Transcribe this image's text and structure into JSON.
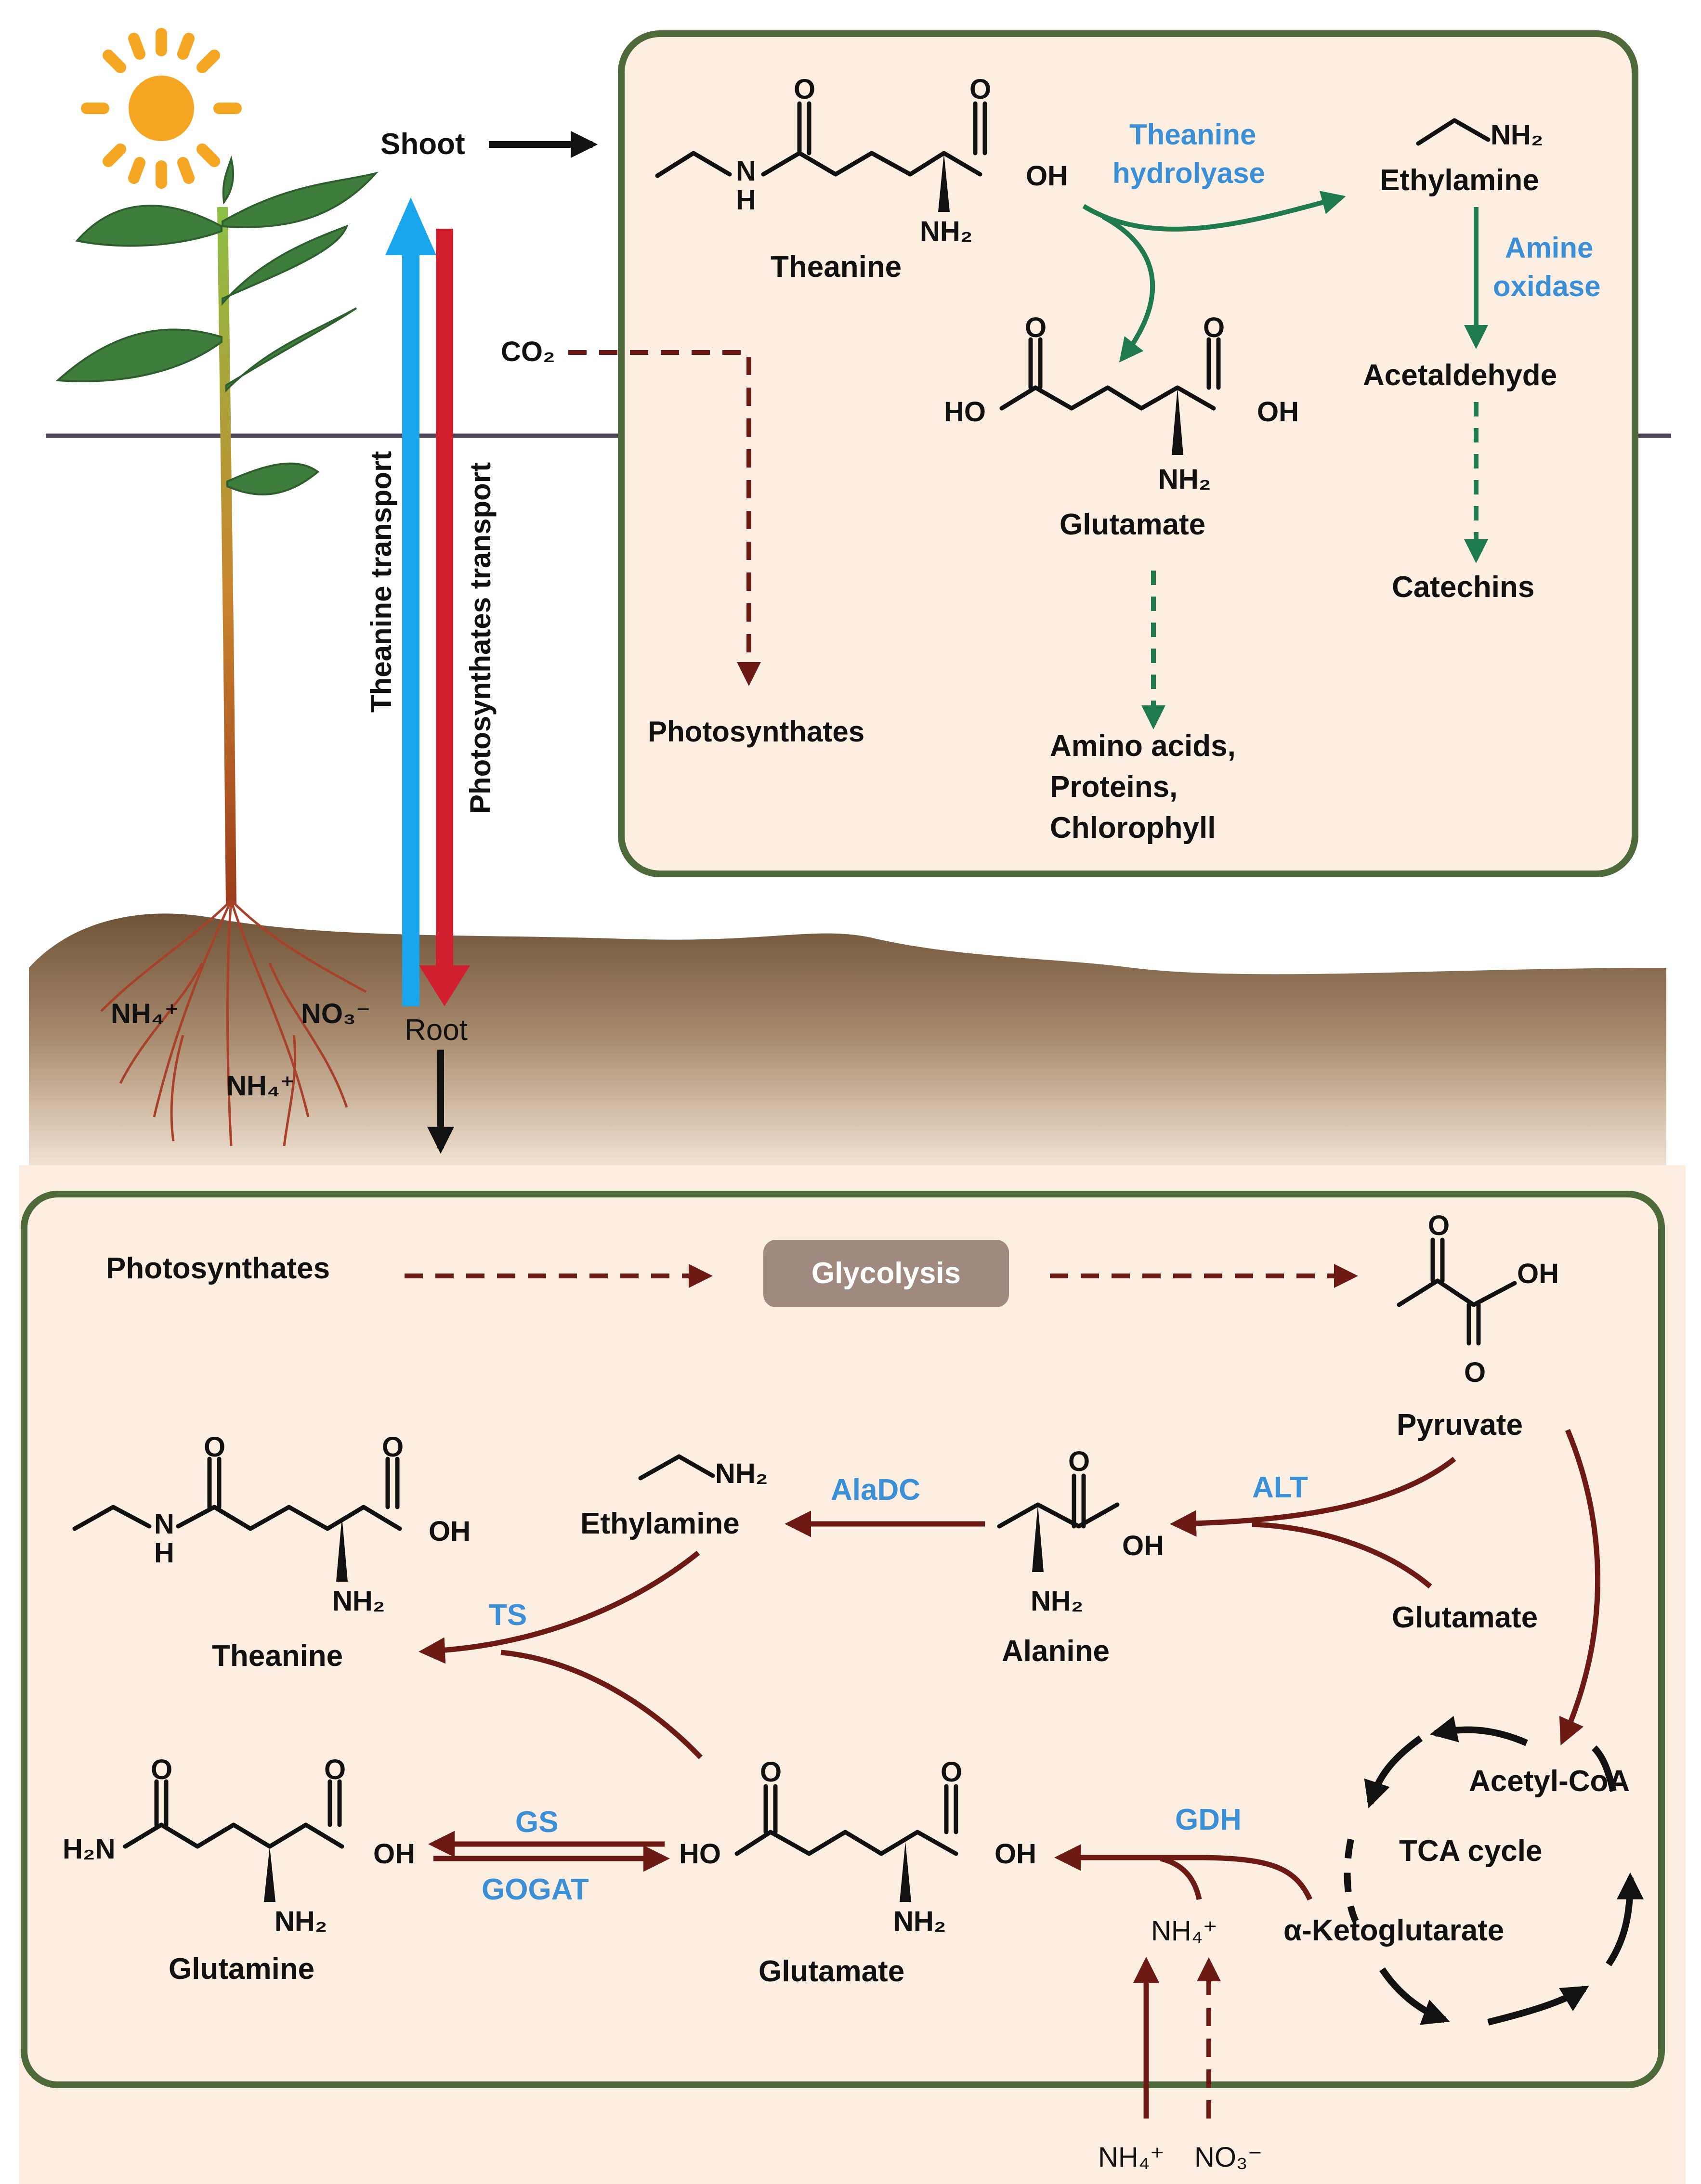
{
  "colors": {
    "panel_fill": "#fcefe2",
    "panel_border": "#4f6a3a",
    "soil_top": "#6f5338",
    "soil_bottom": "#fcefe2",
    "theanine_transport_arrow": "#1aa6ec",
    "photosynthates_transport_arrow": "#d21f2e",
    "pathway_arrow": "#6e1a14",
    "shoot_pathway_arrow": "#1f7a4d",
    "enzyme_text": "#3a8fd6",
    "sun": "#f5a623",
    "glycolysis_box": "#a08a80"
  },
  "left": {
    "shoot_label": "Shoot",
    "root_label": "Root",
    "theanine_transport": "Theanine transport",
    "photosynthates_transport": "Photosynthates transport",
    "co2_label": "CO₂",
    "soil_ions": [
      "NH₄⁺",
      "NO₃⁻",
      "NH₄⁺"
    ]
  },
  "shoot_panel": {
    "theanine": {
      "name": "Theanine",
      "o1": "O",
      "o2": "O",
      "nh": "N",
      "h": "H",
      "oh": "OH",
      "nh2": "NH₂"
    },
    "glutamate": {
      "name": "Glutamate",
      "o1": "O",
      "o2": "O",
      "ho": "HO",
      "oh": "OH",
      "nh2": "NH₂"
    },
    "ethylamine": {
      "name": "Ethylamine",
      "nh2": "NH₂"
    },
    "enzymes": {
      "theanine_hydrolase": [
        "Theanine",
        "hydrolyase"
      ],
      "amine_oxidase": [
        "Amine",
        "oxidase"
      ]
    },
    "products": {
      "acetaldehyde": "Acetaldehyde",
      "catechins": "Catechins",
      "photosynthates": "Photosynthates",
      "amino_acids": [
        "Amino acids,",
        "Proteins,",
        "Chlorophyll"
      ]
    }
  },
  "root_panel": {
    "photosynthates": "Photosynthates",
    "glycolysis": "Glycolysis",
    "pyruvate": {
      "name": "Pyruvate",
      "o1": "O",
      "o2": "O",
      "oh": "OH"
    },
    "alanine": {
      "name": "Alanine",
      "o": "O",
      "oh": "OH",
      "nh2": "NH₂"
    },
    "ethylamine": {
      "name": "Ethylamine",
      "nh2": "NH₂"
    },
    "theanine": {
      "name": "Theanine",
      "o1": "O",
      "o2": "O",
      "nh": "N",
      "h": "H",
      "oh": "OH",
      "nh2": "NH₂"
    },
    "glutamine": {
      "name": "Glutamine",
      "o1": "O",
      "o2": "O",
      "h2n": "H₂N",
      "oh": "OH",
      "nh2": "NH₂"
    },
    "glutamate": {
      "name": "Glutamate",
      "o1": "O",
      "o2": "O",
      "ho": "HO",
      "oh": "OH",
      "nh2": "NH₂"
    },
    "glutamate_donor": "Glutamate",
    "enzymes": {
      "alt": "ALT",
      "aladc": "AlaDC",
      "ts": "TS",
      "gs": "GS",
      "gogat": "GOGAT",
      "gdh": "GDH"
    },
    "tca": {
      "acetyl_coa": "Acetyl-CoA",
      "cycle": "TCA cycle",
      "akg": "α-Ketoglutarate"
    },
    "nh4_mid": "NH₄⁺",
    "nh4_bottom": "NH₄⁺",
    "no3_bottom": "NO₃⁻"
  }
}
